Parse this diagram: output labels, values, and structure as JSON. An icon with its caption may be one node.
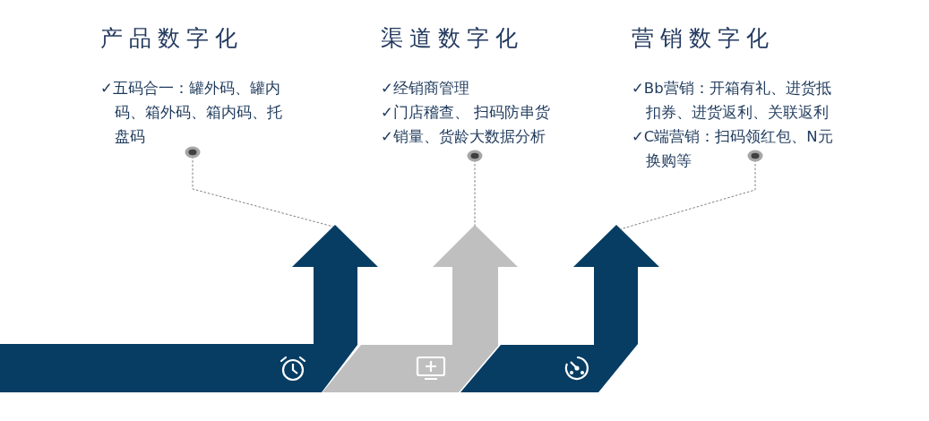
{
  "diagram": {
    "nodes": [
      {
        "text": [
          "产品数字化",
          "✓五码合一：罐外码、罐内码、箱外码、箱内码、托盘码"
        ]
      },
      {
        "text": [
          "渠道数字化",
          "✓经销商管理",
          "✓门店稽查、 扫码防串货",
          "✓销量、货龄大数据分析"
        ]
      },
      {
        "text": [
          "营销数字化",
          "✓Bb营销：开箱有礼、进货抵扣券、进货返利、关联返利",
          "✓C端营销：扫码领红包、N元换购等"
        ]
      },
      {
        "text": [],
        "shape": "arrow"
      },
      {
        "text": [],
        "shape": "arrow"
      },
      {
        "text": [],
        "shape": "arrow"
      }
    ],
    "edges": [
      {
        "from": 0,
        "to": 3,
        "arrow": "other",
        "style": "dashed"
      },
      {
        "from": 1,
        "to": 4,
        "arrow": "other",
        "style": "dashed"
      },
      {
        "from": 2,
        "to": 5,
        "arrow": "other",
        "style": "dashed"
      }
    ]
  }
}
